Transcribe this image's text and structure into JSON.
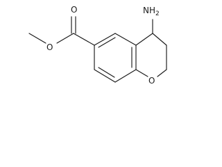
{
  "molecule": {
    "atom_labels": {
      "amine": "NH2",
      "ring_oxygen": "O",
      "carbonyl_oxygen": "O",
      "ester_oxygen": "O"
    },
    "colors": {
      "bond": "#1a1a1a",
      "label": "#1a1a1a",
      "background": "#ffffff"
    }
  }
}
